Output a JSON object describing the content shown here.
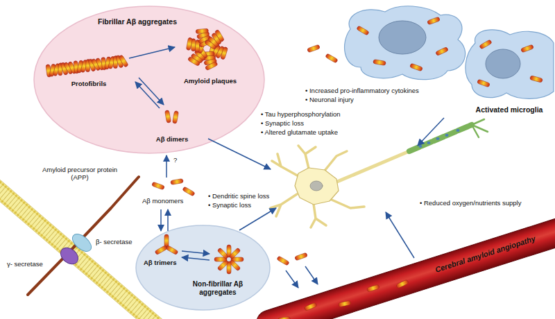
{
  "diagram": {
    "nodes": [
      {
        "text": [
          "Fibrillar Aβ aggregates",
          "Protofibrils",
          "Amyloid plaques",
          "Aβ dimers"
        ]
      },
      {
        "text": [
          "Activated microglia"
        ]
      },
      {
        "text": [
          "Aβ trimers",
          "Non-fibrillar Aβ aggregates"
        ]
      },
      {
        "text": [
          "Cerebral amyloid angiopathy"
        ]
      }
    ],
    "labels": [
      "• Tau hyperphosphorylation",
      "• Synaptic loss",
      "• Altered glutamate uptake",
      "• Increased pro-inflammatory cytokines",
      "• Neuronal injury",
      "Amyloid precursor protein (APP)",
      "β- secretase",
      "γ- secretase",
      "Aβ monomers",
      "?",
      "• Dendritic spine loss",
      "• Synaptic loss",
      "• Reduced oxygen/nutrients supply"
    ]
  }
}
